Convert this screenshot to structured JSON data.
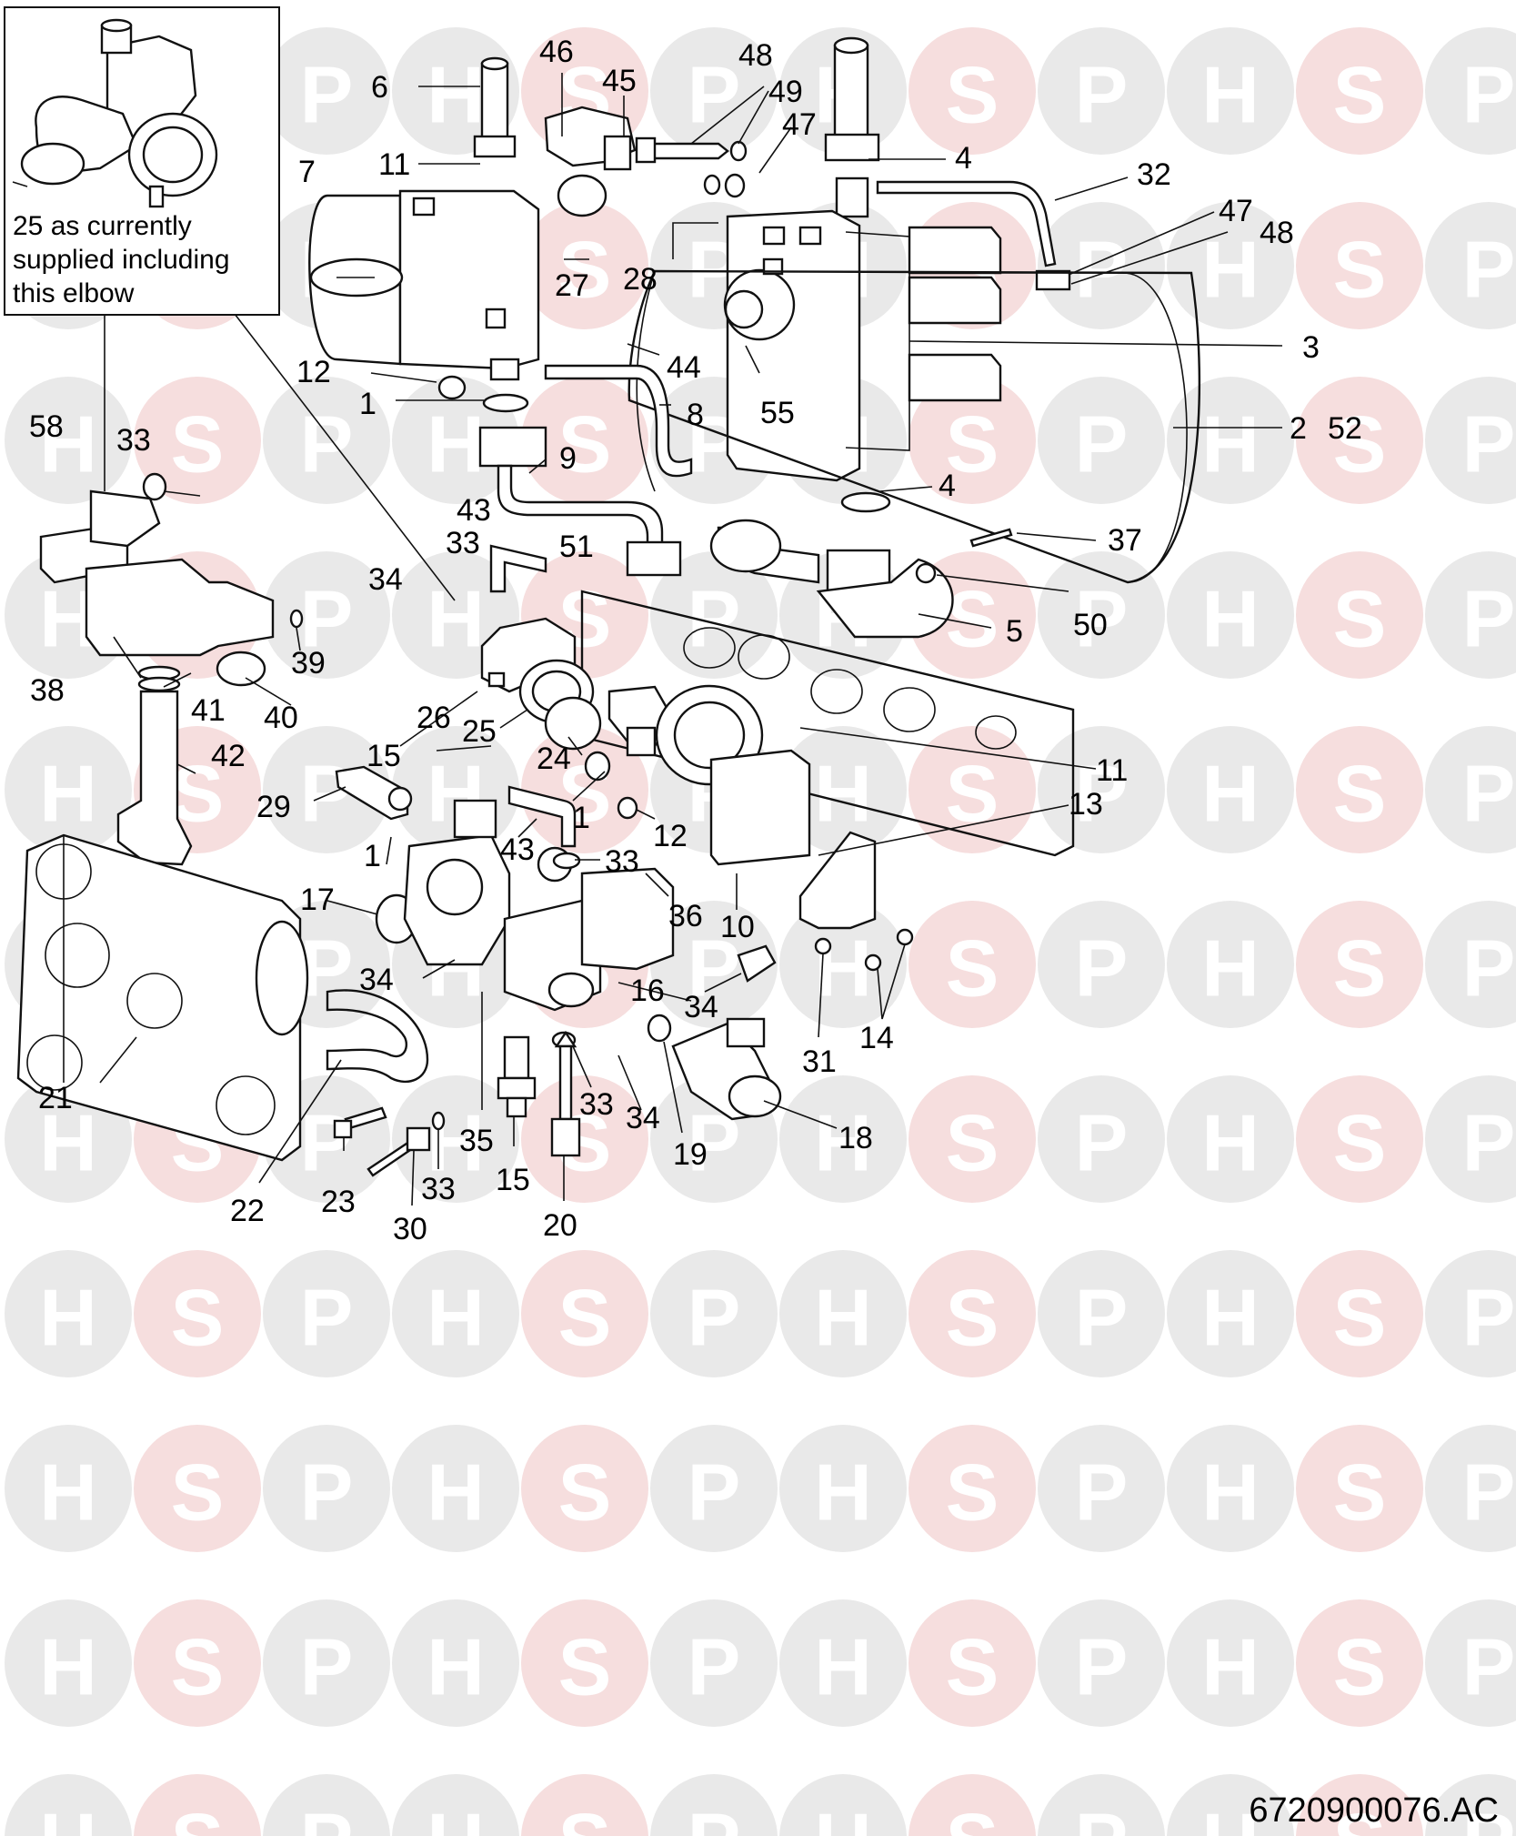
{
  "inset": {
    "caption_lines": [
      "25 as currently",
      "supplied including",
      "this elbow"
    ]
  },
  "reference_code": "6720900076.AC",
  "watermark": {
    "letters": [
      "H",
      "S",
      "P"
    ],
    "colors": {
      "h_circle": "#e9e9e9",
      "s_circle": "#f6dede",
      "p_circle": "#e9e9e9"
    }
  },
  "callouts": [
    {
      "id": "c6",
      "text": "6"
    },
    {
      "id": "c46",
      "text": "46"
    },
    {
      "id": "c45",
      "text": "45"
    },
    {
      "id": "c48a",
      "text": "48"
    },
    {
      "id": "c49",
      "text": "49"
    },
    {
      "id": "c47a",
      "text": "47"
    },
    {
      "id": "c4a",
      "text": "4"
    },
    {
      "id": "c32",
      "text": "32"
    },
    {
      "id": "c47b",
      "text": "47"
    },
    {
      "id": "c48b",
      "text": "48"
    },
    {
      "id": "c11a",
      "text": "11"
    },
    {
      "id": "c7",
      "text": "7"
    },
    {
      "id": "c27",
      "text": "27"
    },
    {
      "id": "c28",
      "text": "28"
    },
    {
      "id": "c3",
      "text": "3"
    },
    {
      "id": "c44",
      "text": "44"
    },
    {
      "id": "c12a",
      "text": "12"
    },
    {
      "id": "c1a",
      "text": "1"
    },
    {
      "id": "c8",
      "text": "8"
    },
    {
      "id": "c55",
      "text": "55"
    },
    {
      "id": "c2",
      "text": "2"
    },
    {
      "id": "c52",
      "text": "52"
    },
    {
      "id": "c58",
      "text": "58"
    },
    {
      "id": "c33a",
      "text": "33"
    },
    {
      "id": "c9",
      "text": "9"
    },
    {
      "id": "c4b",
      "text": "4"
    },
    {
      "id": "c43a",
      "text": "43"
    },
    {
      "id": "c37",
      "text": "37"
    },
    {
      "id": "c33b",
      "text": "33"
    },
    {
      "id": "c51",
      "text": "51"
    },
    {
      "id": "c34a",
      "text": "34"
    },
    {
      "id": "c50",
      "text": "50"
    },
    {
      "id": "c5",
      "text": "5"
    },
    {
      "id": "c38",
      "text": "38"
    },
    {
      "id": "c39",
      "text": "39"
    },
    {
      "id": "c41",
      "text": "41"
    },
    {
      "id": "c40",
      "text": "40"
    },
    {
      "id": "c26",
      "text": "26"
    },
    {
      "id": "c25",
      "text": "25"
    },
    {
      "id": "c42",
      "text": "42"
    },
    {
      "id": "c15a",
      "text": "15"
    },
    {
      "id": "c24",
      "text": "24"
    },
    {
      "id": "c11b",
      "text": "11"
    },
    {
      "id": "c13",
      "text": "13"
    },
    {
      "id": "c29",
      "text": "29"
    },
    {
      "id": "c1b",
      "text": "1"
    },
    {
      "id": "c12b",
      "text": "12"
    },
    {
      "id": "c43b",
      "text": "43"
    },
    {
      "id": "c1c",
      "text": "1"
    },
    {
      "id": "c33c",
      "text": "33"
    },
    {
      "id": "c17",
      "text": "17"
    },
    {
      "id": "c36",
      "text": "36"
    },
    {
      "id": "c10",
      "text": "10"
    },
    {
      "id": "c34b",
      "text": "34"
    },
    {
      "id": "c16",
      "text": "16"
    },
    {
      "id": "c34c",
      "text": "34"
    },
    {
      "id": "c31",
      "text": "31"
    },
    {
      "id": "c14",
      "text": "14"
    },
    {
      "id": "c21",
      "text": "21"
    },
    {
      "id": "c33d",
      "text": "33"
    },
    {
      "id": "c34d",
      "text": "34"
    },
    {
      "id": "c19",
      "text": "19"
    },
    {
      "id": "c18",
      "text": "18"
    },
    {
      "id": "c35",
      "text": "35"
    },
    {
      "id": "c15b",
      "text": "15"
    },
    {
      "id": "c22",
      "text": "22"
    },
    {
      "id": "c23",
      "text": "23"
    },
    {
      "id": "c33e",
      "text": "33"
    },
    {
      "id": "c30",
      "text": "30"
    },
    {
      "id": "c20",
      "text": "20"
    }
  ]
}
